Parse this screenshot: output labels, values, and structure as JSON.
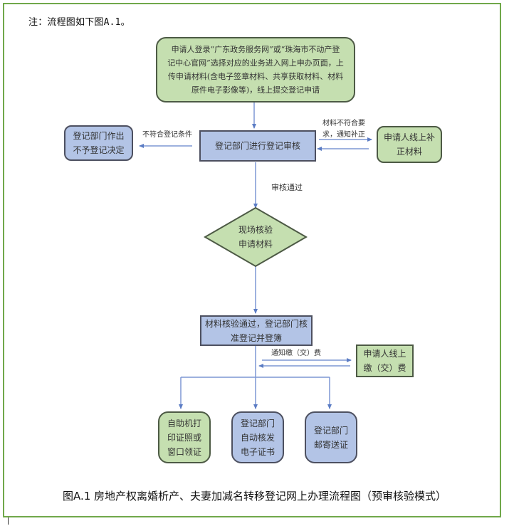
{
  "note": "注：流程图如下图A.1。",
  "caption": "图A.1 房地产权离婚析产、夫妻加减名转移登记网上办理流程图（预审核验模式）",
  "colors": {
    "frame_border": "#70a84a",
    "green_fill": "#c5dfb0",
    "blue_fill": "#b3c4e6",
    "arrow": "#5b7cc4"
  },
  "flowchart": {
    "start": {
      "lines": [
        "申请人登录“广东政务服务网”或“珠海市不动产登",
        "记中心官网”选择对应的业务进入网上申办页面，上",
        "传申请材料(含电子签章材料、共享获取材料、材料",
        "原件电子影像等)，线上提交登记申请"
      ]
    },
    "review": {
      "text": "登记部门进行登记审核"
    },
    "reject": {
      "lines": [
        "登记部门作出",
        "不予登记决定"
      ]
    },
    "reject_label": "不符合登记条件",
    "supplement": {
      "lines": [
        "申请人线上补",
        "正材料"
      ]
    },
    "supplement_label": {
      "lines": [
        "材料不符合要",
        "求，通知补正"
      ]
    },
    "pass_label": "审核通过",
    "verify": {
      "lines": [
        "现场核验",
        "申请材料"
      ]
    },
    "approve": {
      "lines": [
        "材料核验通过，登记部门核",
        "准登记并登簿"
      ]
    },
    "fee_label": "通知缴（交）费",
    "fee": {
      "lines": [
        "申请人线上",
        "缴（交）费"
      ]
    },
    "outputs": [
      {
        "lines": [
          "自助机打",
          "印证照或",
          "窗口领证"
        ]
      },
      {
        "lines": [
          "登记部门",
          "自动核发",
          "电子证书"
        ]
      },
      {
        "lines": [
          "登记部门",
          "邮寄送证"
        ]
      }
    ]
  }
}
